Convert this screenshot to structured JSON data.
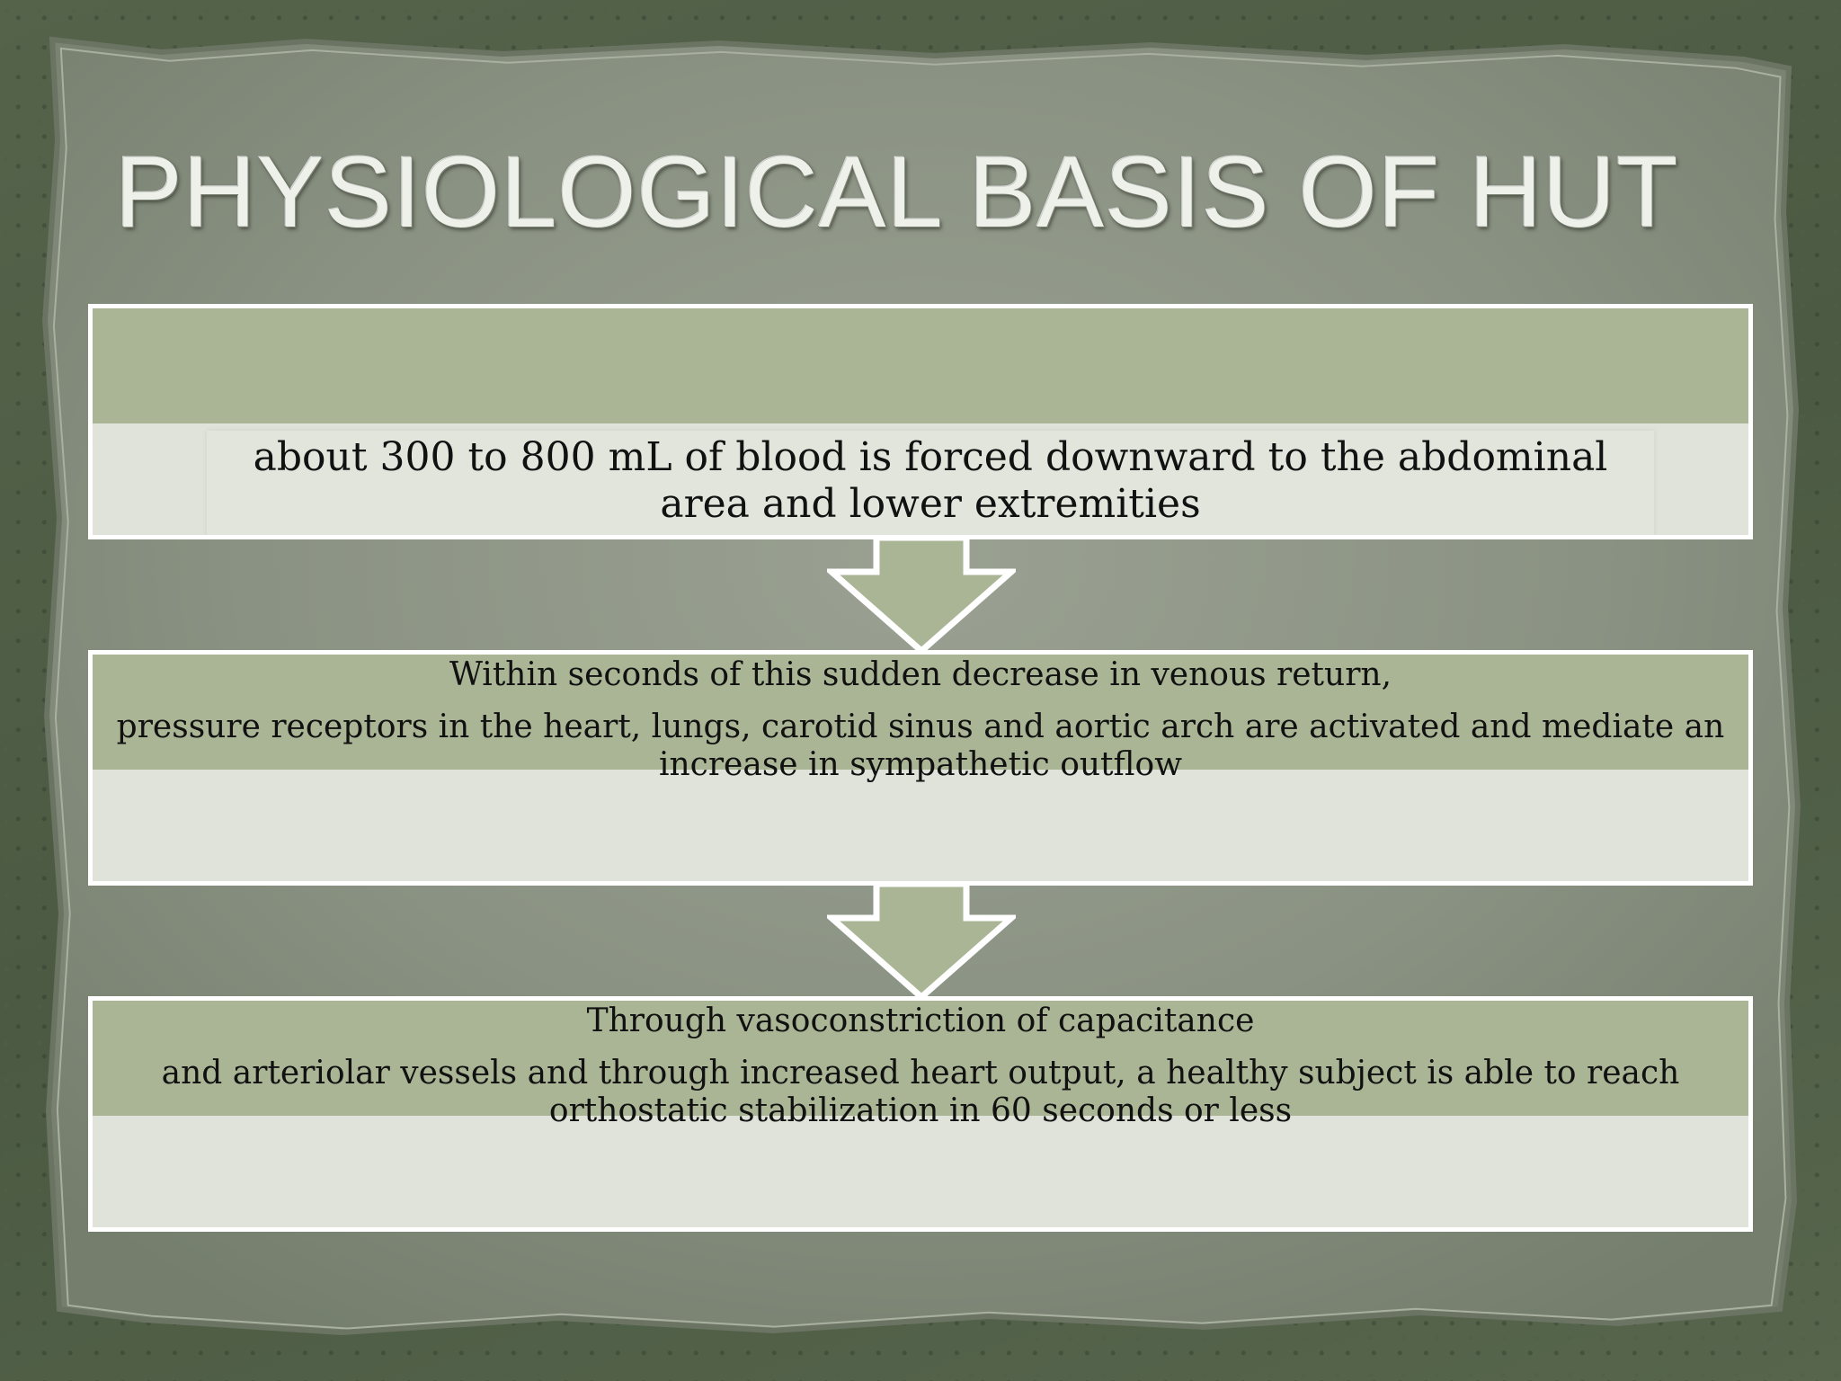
{
  "slide": {
    "title": "PHYSIOLOGICAL BASIS OF HUT",
    "steps": [
      {
        "text": "about 300 to 800 mL of blood is forced downward to the abdominal area and lower extremities"
      },
      {
        "line1": "Within seconds of this sudden decrease in venous return,",
        "line2": "pressure receptors in the heart, lungs, carotid sinus and aortic arch are activated and mediate an increase in sympathetic outflow"
      },
      {
        "line1": "Through vasoconstriction of capacitance",
        "line2": "and arteriolar vessels and through increased heart output, a healthy subject is able to reach orthostatic stabilization in 60 seconds or less"
      }
    ]
  },
  "colors": {
    "band": "#aab595",
    "panel": "#e0e3da",
    "background": "#5c6a52",
    "paper": "#8c9485"
  },
  "icons": [
    "down-arrow-icon",
    "down-arrow-icon"
  ]
}
